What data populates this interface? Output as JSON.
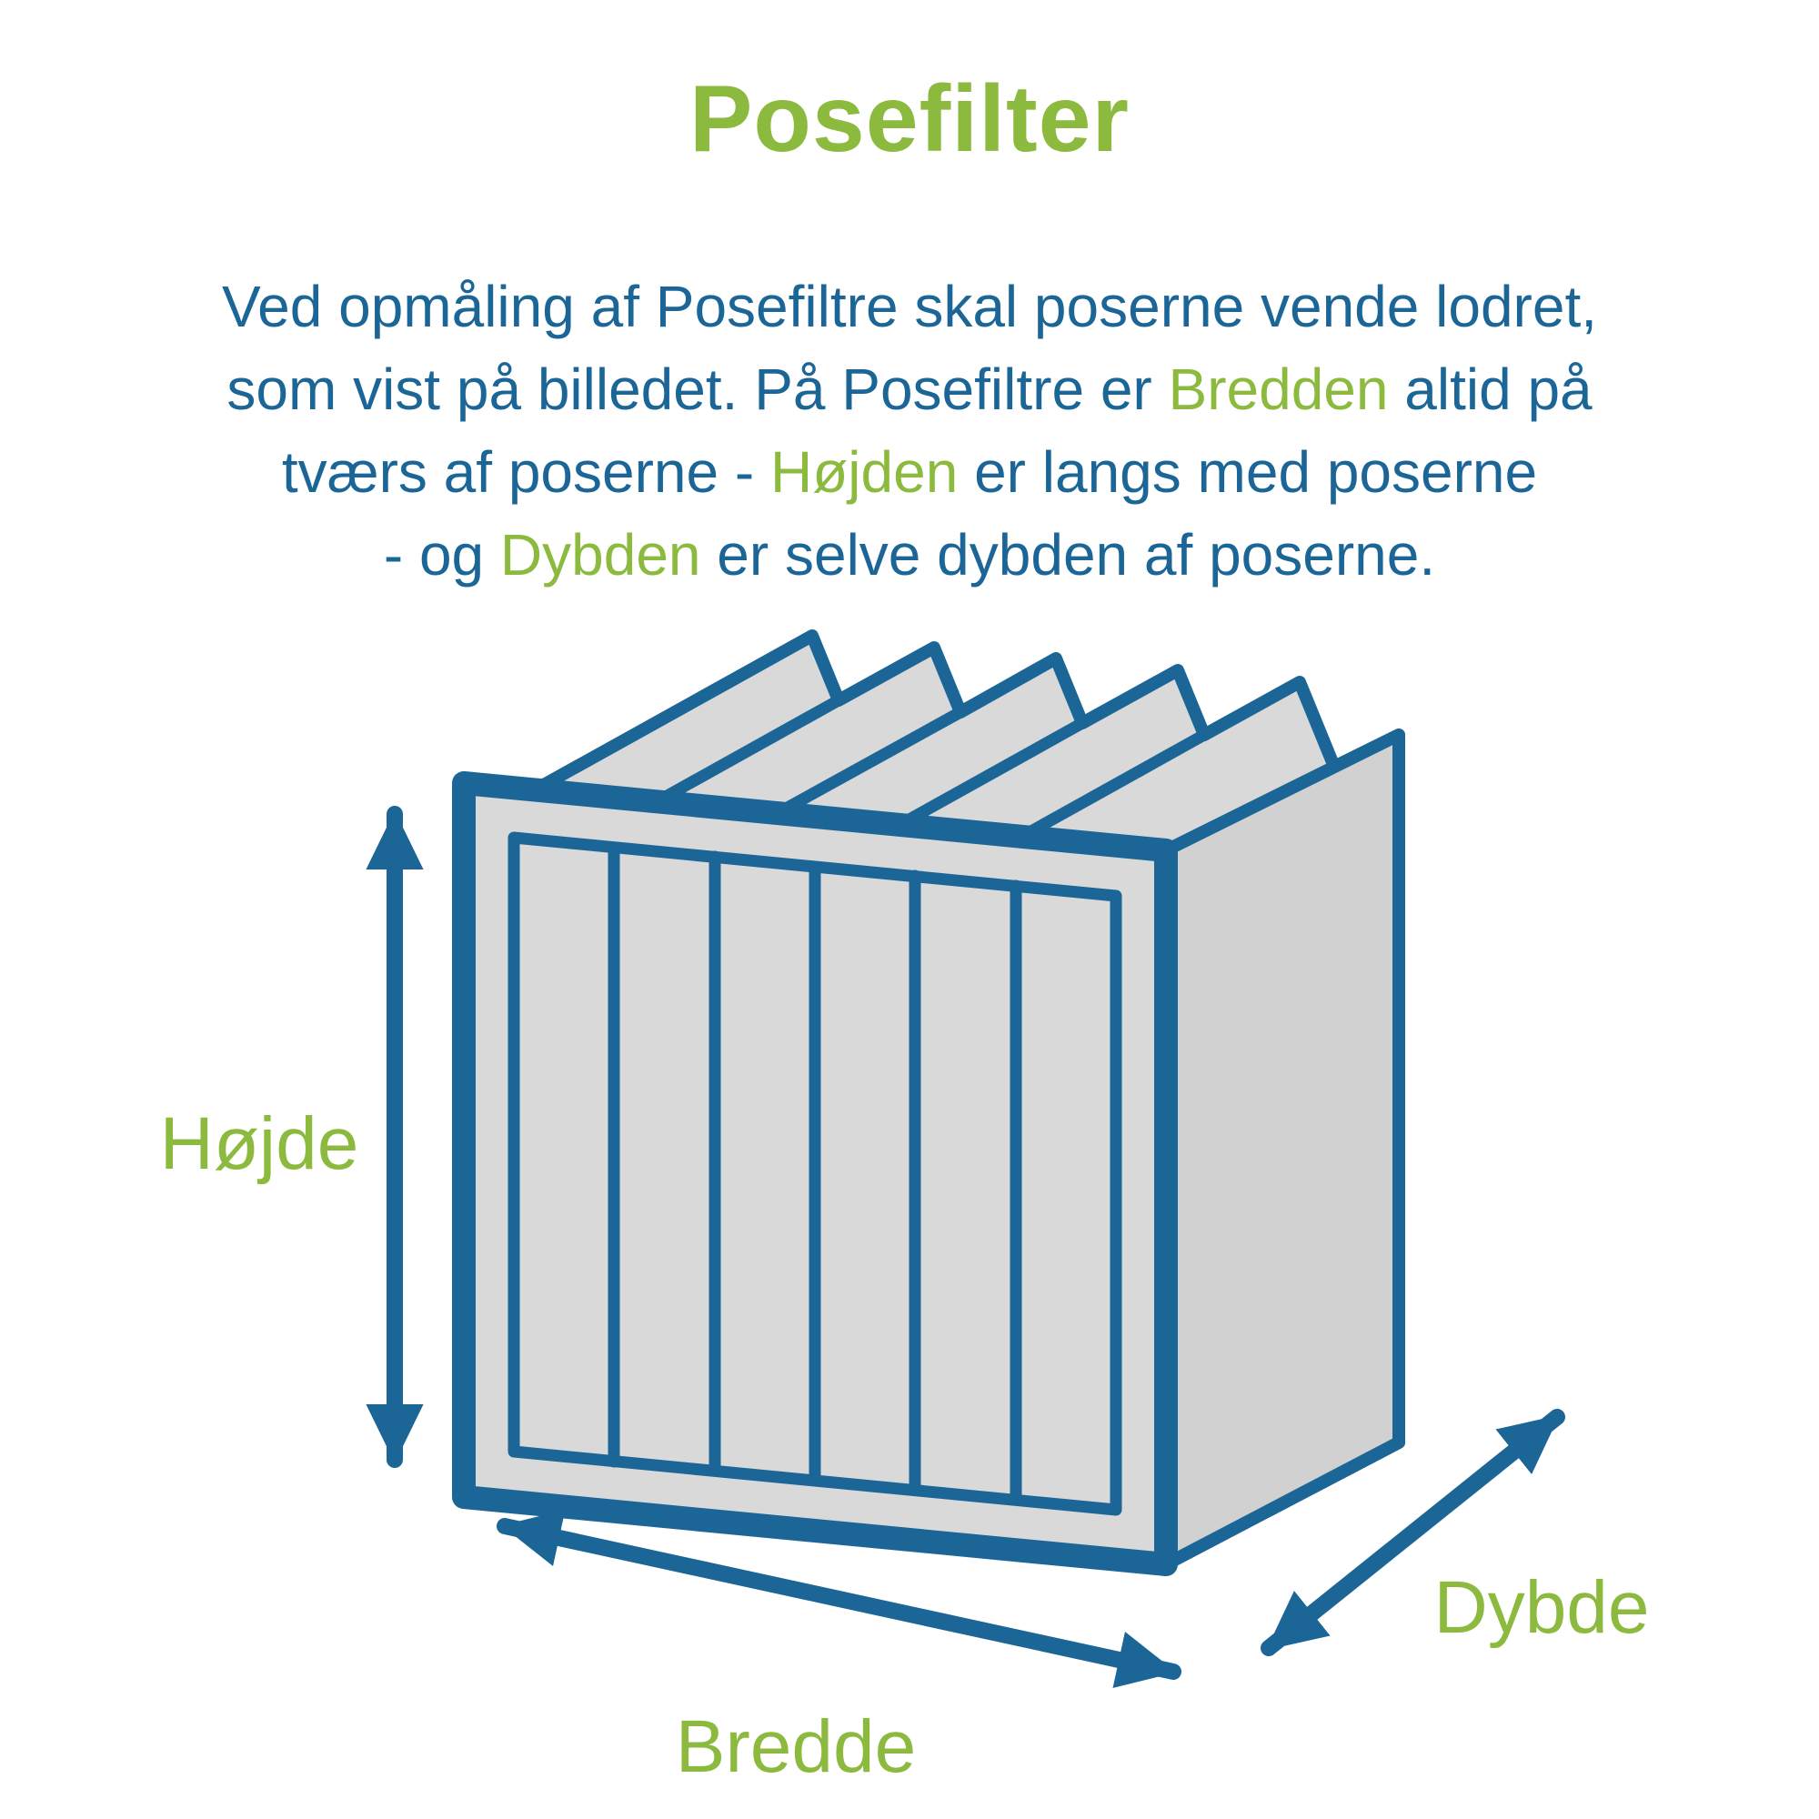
{
  "colors": {
    "blue": "#1B6697",
    "green": "#8CBA3E",
    "gray": "#D9D9D9",
    "gray_dark": "#D1D1D1",
    "background": "#FFFFFF"
  },
  "title": "Posefilter",
  "intro": {
    "line1": "Ved opmåling af Posefiltre skal poserne vende lodret,",
    "line2_pre": "som vist på billedet. På Posefiltre er ",
    "line2_highlight": "Bredden",
    "line2_post": " altid på",
    "line3_pre": "tværs af poserne - ",
    "line3_highlight": "Højden",
    "line3_post": " er langs med poserne",
    "line4_pre": "- og ",
    "line4_highlight": "Dybden",
    "line4_post": " er selve dybden af poserne."
  },
  "diagram": {
    "labels": {
      "height": "Højde",
      "width": "Bredde",
      "depth": "Dybde"
    }
  }
}
